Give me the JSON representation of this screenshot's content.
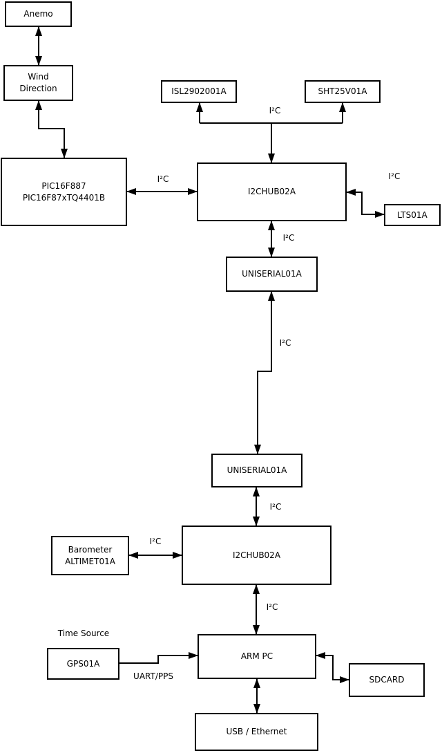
{
  "colors": {
    "line": "#000000",
    "text": "#000000",
    "box_fill": "#ffffff",
    "background": "#ffffff"
  },
  "nodes": {
    "anemo": {
      "label": "Anemo"
    },
    "wind_direction": {
      "line1": "Wind",
      "line2": "Direction"
    },
    "pic": {
      "line1": "PIC16F887",
      "line2": "PIC16F87xTQ4401B"
    },
    "isl": {
      "label": "ISL2902001A"
    },
    "sht": {
      "label": "SHT25V01A"
    },
    "i2chub_top": {
      "label": "I2CHUB02A"
    },
    "lts": {
      "label": "LTS01A"
    },
    "uniserial_top": {
      "label": "UNISERIAL01A"
    },
    "uniserial_bottom": {
      "label": "UNISERIAL01A"
    },
    "i2chub_bottom": {
      "label": "I2CHUB02A"
    },
    "barometer": {
      "line1": "Barometer",
      "line2": "ALTIMET01A"
    },
    "arm_pc": {
      "label": "ARM PC"
    },
    "gps": {
      "label": "GPS01A"
    },
    "sdcard": {
      "label": "SDCARD"
    },
    "usb_ethernet": {
      "label": "USB / Ethernet"
    }
  },
  "labels": {
    "i2c": "I²C",
    "time_source": "Time Source",
    "uart_pps": "UART/PPS"
  },
  "edges": [
    {
      "from": "anemo",
      "to": "wind_direction",
      "bidirectional": true,
      "label": ""
    },
    {
      "from": "wind_direction",
      "to": "pic",
      "bidirectional": true,
      "label": ""
    },
    {
      "from": "i2chub_top",
      "to": "isl",
      "bidirectional": false,
      "label": "I²C"
    },
    {
      "from": "i2chub_top",
      "to": "sht",
      "bidirectional": false,
      "label": "I²C"
    },
    {
      "from": "pic",
      "to": "i2chub_top",
      "bidirectional": true,
      "label": "I²C"
    },
    {
      "from": "i2chub_top",
      "to": "lts",
      "bidirectional": true,
      "label": "I²C"
    },
    {
      "from": "i2chub_top",
      "to": "uniserial_top",
      "bidirectional": true,
      "label": "I²C"
    },
    {
      "from": "uniserial_top",
      "to": "uniserial_bottom",
      "bidirectional": true,
      "label": "I²C"
    },
    {
      "from": "uniserial_bottom",
      "to": "i2chub_bottom",
      "bidirectional": true,
      "label": "I²C"
    },
    {
      "from": "barometer",
      "to": "i2chub_bottom",
      "bidirectional": true,
      "label": "I²C"
    },
    {
      "from": "i2chub_bottom",
      "to": "arm_pc",
      "bidirectional": true,
      "label": "I²C"
    },
    {
      "from": "gps",
      "to": "arm_pc",
      "bidirectional": false,
      "label": "UART/PPS"
    },
    {
      "from": "arm_pc",
      "to": "sdcard",
      "bidirectional": true,
      "label": ""
    },
    {
      "from": "arm_pc",
      "to": "usb_ethernet",
      "bidirectional": true,
      "label": ""
    }
  ]
}
